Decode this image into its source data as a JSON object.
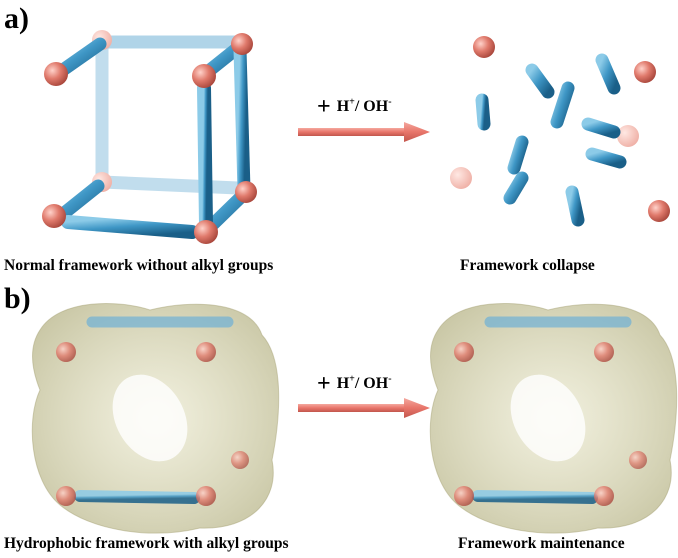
{
  "panels": [
    {
      "label": "a)",
      "left_caption": "Normal framework without alkyl groups",
      "right_caption": "Framework collapse",
      "reaction": {
        "plus": "+",
        "h": "H",
        "h_sup": "+",
        "sep": "/ ",
        "oh": "OH",
        "oh_sup": "-"
      }
    },
    {
      "label": "b)",
      "left_caption": "Hydrophobic framework with alkyl groups",
      "right_caption": "Framework maintenance",
      "reaction": {
        "plus": "+",
        "h": "H",
        "h_sup": "+",
        "sep": "/ ",
        "oh": "OH",
        "oh_sup": "-"
      }
    }
  ],
  "colors": {
    "rod": "#3f97c6",
    "rod_dark": "#1f6f9c",
    "node": "#e07a6c",
    "node_dark": "#b44a3e",
    "arrow": "#e8756a",
    "shell": "#c9c79e"
  },
  "icons": {
    "node": "sphere",
    "linker": "rod",
    "shell": "hydrophobic-shell"
  }
}
